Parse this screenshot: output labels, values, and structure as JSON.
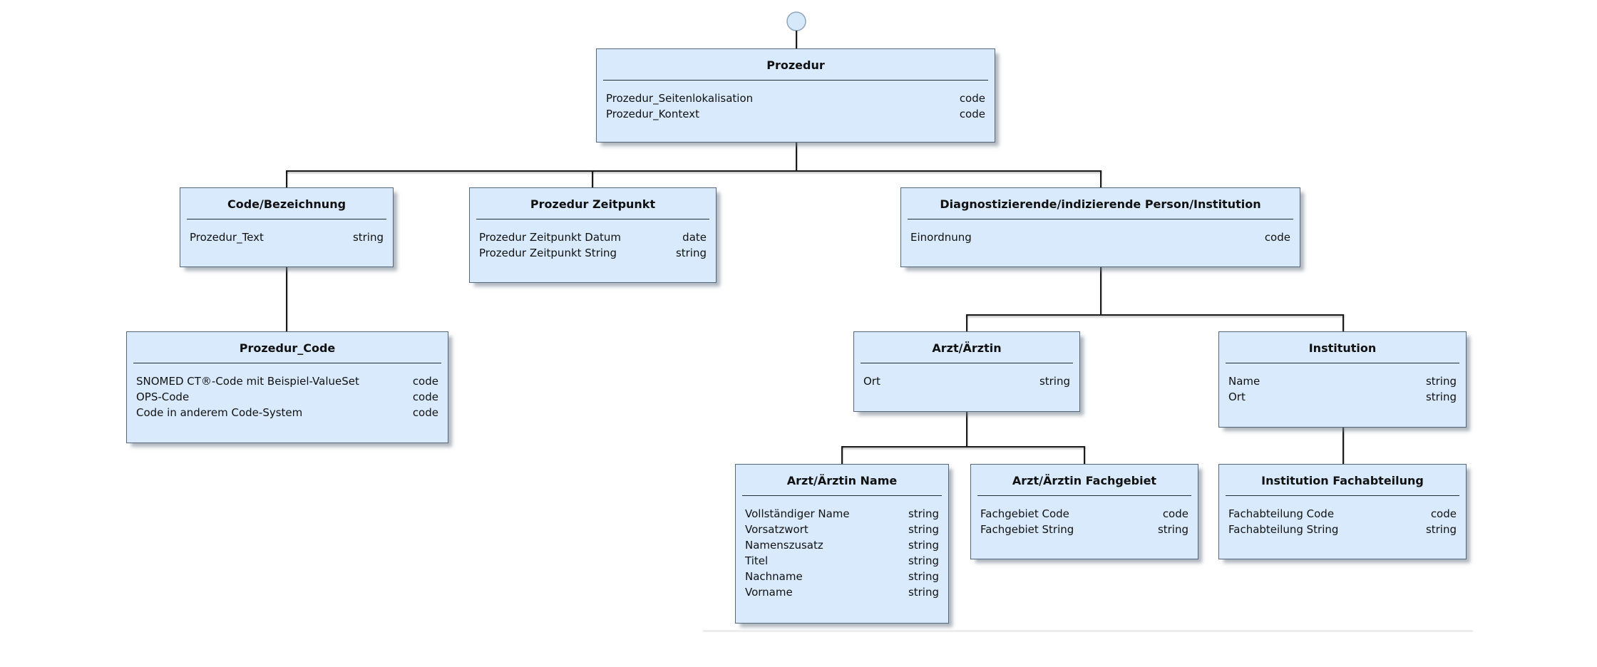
{
  "diagram": {
    "root_symbol": "circle",
    "colors": {
      "entity_fill": "#d8eafc",
      "entity_border": "#54677a",
      "divider": "#222e38",
      "connector": "#1a1a1a",
      "shadow": "#6b7988",
      "background": "#ffffff"
    }
  },
  "entities": [
    {
      "id": "prozedur",
      "title": "Prozedur",
      "fields": [
        {
          "name": "Prozedur_Seitenlokalisation",
          "type": "code"
        },
        {
          "name": "Prozedur_Kontext",
          "type": "code"
        }
      ]
    },
    {
      "id": "code-bezeichnung",
      "title": "Code/Bezeichnung",
      "fields": [
        {
          "name": "Prozedur_Text",
          "type": "string"
        }
      ]
    },
    {
      "id": "prozedur-zeitpunkt",
      "title": "Prozedur Zeitpunkt",
      "fields": [
        {
          "name": "Prozedur Zeitpunkt Datum",
          "type": "date"
        },
        {
          "name": "Prozedur Zeitpunkt String",
          "type": "string"
        }
      ]
    },
    {
      "id": "diagnostizierende-person-institution",
      "title": "Diagnostizierende/indizierende Person/Institution",
      "fields": [
        {
          "name": "Einordnung",
          "type": "code"
        }
      ]
    },
    {
      "id": "prozedur-code",
      "title": "Prozedur_Code",
      "fields": [
        {
          "name": "SNOMED CT®-Code mit Beispiel-ValueSet",
          "type": "code"
        },
        {
          "name": "OPS-Code",
          "type": "code"
        },
        {
          "name": "Code in anderem Code-System",
          "type": "code"
        }
      ]
    },
    {
      "id": "arzt-aerztin",
      "title": "Arzt/Ärztin",
      "fields": [
        {
          "name": "Ort",
          "type": "string"
        }
      ]
    },
    {
      "id": "institution",
      "title": "Institution",
      "fields": [
        {
          "name": "Name",
          "type": "string"
        },
        {
          "name": "Ort",
          "type": "string"
        }
      ]
    },
    {
      "id": "arzt-aerztin-name",
      "title": "Arzt/Ärztin Name",
      "fields": [
        {
          "name": "Vollständiger Name",
          "type": "string"
        },
        {
          "name": "Vorsatzwort",
          "type": "string"
        },
        {
          "name": "Namenszusatz",
          "type": "string"
        },
        {
          "name": "Titel",
          "type": "string"
        },
        {
          "name": "Nachname",
          "type": "string"
        },
        {
          "name": "Vorname",
          "type": "string"
        }
      ]
    },
    {
      "id": "arzt-aerztin-fachgebiet",
      "title": "Arzt/Ärztin Fachgebiet",
      "fields": [
        {
          "name": "Fachgebiet Code",
          "type": "code"
        },
        {
          "name": "Fachgebiet String",
          "type": "string"
        }
      ]
    },
    {
      "id": "institution-fachabteilung",
      "title": "Institution Fachabteilung",
      "fields": [
        {
          "name": "Fachabteilung Code",
          "type": "code"
        },
        {
          "name": "Fachabteilung String",
          "type": "string"
        }
      ]
    }
  ],
  "relations": [
    {
      "from": "root",
      "to": "Prozedur"
    },
    {
      "from": "Prozedur",
      "to": "Code/Bezeichnung"
    },
    {
      "from": "Prozedur",
      "to": "Prozedur Zeitpunkt"
    },
    {
      "from": "Prozedur",
      "to": "Diagnostizierende/indizierende Person/Institution"
    },
    {
      "from": "Code/Bezeichnung",
      "to": "Prozedur_Code"
    },
    {
      "from": "Diagnostizierende/indizierende Person/Institution",
      "to": "Arzt/Ärztin"
    },
    {
      "from": "Diagnostizierende/indizierende Person/Institution",
      "to": "Institution"
    },
    {
      "from": "Arzt/Ärztin",
      "to": "Arzt/Ärztin Name"
    },
    {
      "from": "Arzt/Ärztin",
      "to": "Arzt/Ärztin Fachgebiet"
    },
    {
      "from": "Institution",
      "to": "Institution Fachabteilung"
    }
  ]
}
